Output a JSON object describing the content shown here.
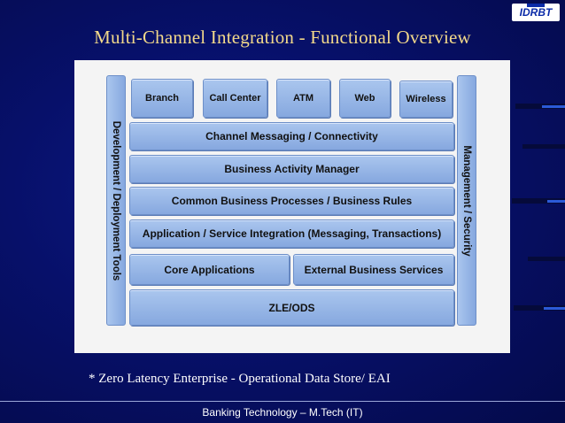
{
  "slide": {
    "title": "Multi-Channel Integration - Functional Overview",
    "logo_text": "IDRBT",
    "note": "* Zero Latency Enterprise - Operational Data Store/ EAI",
    "footer": "Banking Technology – M.Tech (IT)"
  },
  "diagram": {
    "left_bar": "Development / Deployment Tools",
    "right_bar": "Management / Security",
    "channels": [
      "Branch",
      "Call Center",
      "ATM",
      "Web",
      "Wireless"
    ],
    "layers": [
      "Channel Messaging / Connectivity",
      "Business Activity Manager",
      "Common Business Processes / Business Rules",
      "Application / Service Integration (Messaging, Transactions)"
    ],
    "core_applications": "Core Applications",
    "external_services": "External Business Services",
    "base": "ZLE/ODS"
  },
  "colors": {
    "background": "#07106a",
    "title": "#f3d98a",
    "box_fill": "#9bb9e8"
  }
}
